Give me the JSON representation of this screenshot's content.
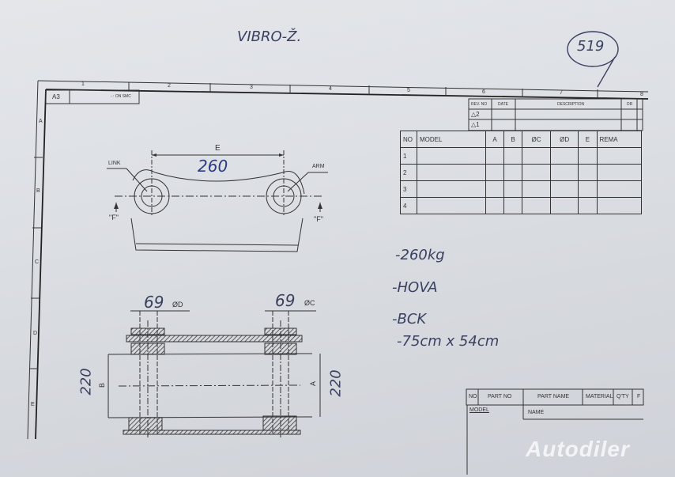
{
  "handwriting": {
    "title": "VIBRO-Ž.",
    "circled_number": "519",
    "notes": [
      "-260kg",
      "-HOVA",
      "-BCK",
      "-75cm x 54cm"
    ],
    "dim_E_value": "260",
    "dim_D_value": "69",
    "dim_C_value": "69",
    "dim_B_value": "220",
    "dim_A_value": "220"
  },
  "frame": {
    "columns": [
      "1",
      "2",
      "3",
      "4",
      "5",
      "6",
      "7",
      "8"
    ],
    "rows": [
      "A",
      "B",
      "C",
      "D",
      "E"
    ],
    "sheet_size": "A3",
    "scale_label": "- : ON SMC"
  },
  "revision_table": {
    "headers": [
      "REV. NO",
      "DATE",
      "DESCRIPTION",
      "DR"
    ],
    "rows": [
      [
        "△2",
        "",
        "",
        ""
      ],
      [
        "△1",
        "",
        "",
        ""
      ]
    ]
  },
  "spec_table": {
    "headers": [
      "NO",
      "MODEL",
      "A",
      "B",
      "ØC",
      "ØD",
      "E",
      "REMA"
    ],
    "rows": [
      [
        "1"
      ],
      [
        "2"
      ],
      [
        "3"
      ],
      [
        "4"
      ]
    ]
  },
  "drawing_labels": {
    "E": "E",
    "link": "LINK",
    "arm": "ARM",
    "section_left": "\"F\"",
    "section_right": "\"F\"",
    "D": "ØD",
    "C": "ØC",
    "B": "B",
    "A": "A"
  },
  "title_block": {
    "headers": [
      "NO",
      "PART NO",
      "PART NAME",
      "MATERIAL",
      "Q'TY",
      "F"
    ],
    "model_label": "MODEL",
    "name_label": "NAME"
  },
  "watermark": "Autodiler"
}
